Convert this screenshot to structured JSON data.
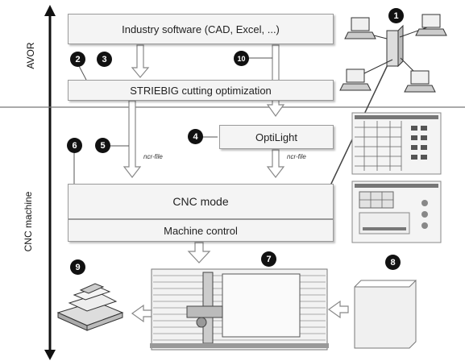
{
  "labels": {
    "industry_software": "Industry software (CAD, Excel, ...)",
    "striebig": "STRIEBIG cutting optimization",
    "optilight": "OptiLight",
    "cnc_mode": "CNC mode",
    "machine_control": "Machine control",
    "nc_file_left": "ncr-file",
    "nc_file_right": "ncr-file",
    "avor": "AVOR",
    "cnc_machine": "CNC machine"
  },
  "badges": {
    "b1": "1",
    "b2": "2",
    "b3": "3",
    "b4": "4",
    "b5": "5",
    "b6": "6",
    "b7": "7",
    "b8": "8",
    "b9": "9",
    "b10": "10"
  },
  "icons": {
    "network": "computer-network-icon",
    "screen_grid": "software-screen-grid-icon",
    "screen_control": "software-screen-control-icon",
    "saw": "panel-saw-icon",
    "panel": "panel-stack-icon",
    "pallet": "pallet-icon"
  },
  "colors": {
    "box_fill": "#f4f4f4",
    "box_border": "#9a9a9a",
    "badge": "#111111",
    "line": "#555555"
  }
}
